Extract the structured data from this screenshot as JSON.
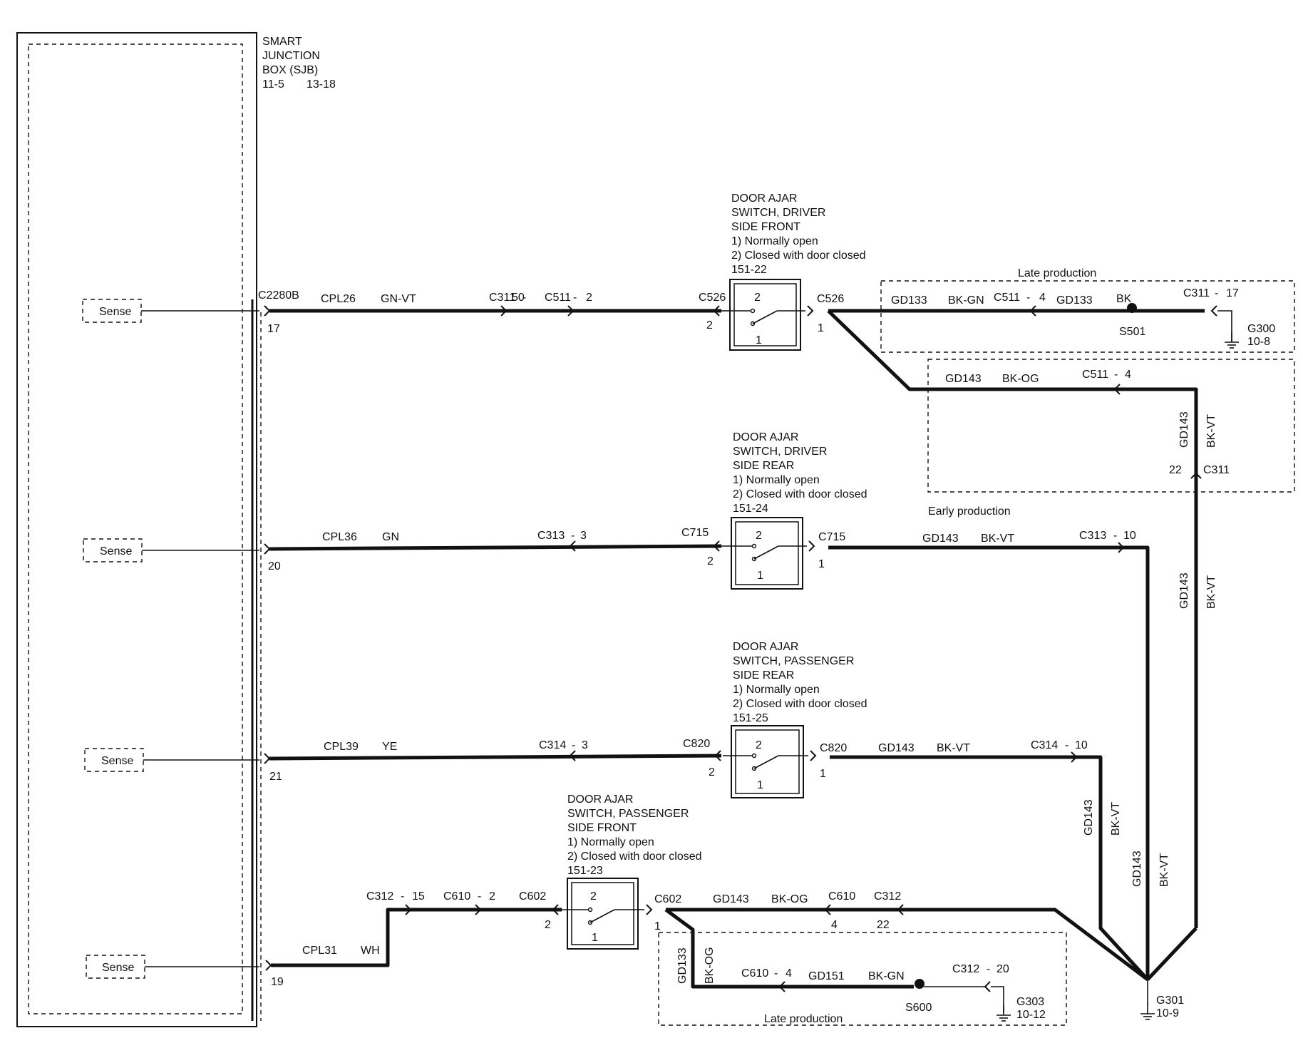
{
  "sjb": {
    "title": [
      "SMART",
      "JUNCTION",
      "BOX (SJB)"
    ],
    "refs": [
      "11-5",
      "13-18"
    ],
    "connector": "C2280B",
    "sense_label": "Sense"
  },
  "switches": [
    {
      "title": [
        "DOOR AJAR",
        "SWITCH, DRIVER",
        "SIDE FRONT"
      ],
      "notes": [
        "1) Normally open",
        "2) Closed with door closed"
      ],
      "ref": "151-22",
      "pins": [
        "2",
        "1"
      ],
      "left_conn": "C526",
      "right_conn": "C526",
      "left_pin": "2",
      "right_pin": "1"
    },
    {
      "title": [
        "DOOR AJAR",
        "SWITCH, DRIVER",
        "SIDE REAR"
      ],
      "notes": [
        "1) Normally open",
        "2) Closed with door closed"
      ],
      "ref": "151-24",
      "pins": [
        "2",
        "1"
      ],
      "left_conn": "C715",
      "right_conn": "C715",
      "left_pin": "2",
      "right_pin": "1"
    },
    {
      "title": [
        "DOOR AJAR",
        "SWITCH, PASSENGER",
        "SIDE REAR"
      ],
      "notes": [
        "1) Normally open",
        "2) Closed with door closed"
      ],
      "ref": "151-25",
      "pins": [
        "2",
        "1"
      ],
      "left_conn": "C820",
      "right_conn": "C820",
      "left_pin": "2",
      "right_pin": "1"
    },
    {
      "title": [
        "DOOR AJAR",
        "SWITCH, PASSENGER",
        "SIDE FRONT"
      ],
      "notes": [
        "1) Normally open",
        "2) Closed with door closed"
      ],
      "ref": "151-23",
      "pins": [
        "2",
        "1"
      ],
      "left_conn": "C602",
      "right_conn": "C602",
      "left_pin": "2",
      "right_pin": "1"
    }
  ],
  "circuits": {
    "r1": {
      "pin": "17",
      "circuit": "CPL26",
      "color": "GN-VT",
      "c1": "C311",
      "c1_pin": "50",
      "c2": "C511",
      "c2_pin": "2"
    },
    "r2": {
      "pin": "20",
      "circuit": "CPL36",
      "color": "GN",
      "c1": "C313",
      "c1_pin": "3"
    },
    "r3": {
      "pin": "21",
      "circuit": "CPL39",
      "color": "YE",
      "c1": "C314",
      "c1_pin": "3"
    },
    "r4": {
      "pin": "19",
      "circuit": "CPL31",
      "color": "WH",
      "c1": "C312",
      "c1_pin": "15",
      "c2": "C610",
      "c2_pin": "2"
    }
  },
  "grounds": {
    "late1": {
      "label": "Late production",
      "circuit_a": "GD133",
      "color_a": "BK-GN",
      "conn_a": "C511",
      "conn_a_pin": "4",
      "circuit_b": "GD133",
      "color_b": "BK",
      "splice": "S501",
      "conn_b": "C311",
      "conn_b_pin": "17",
      "ground": "G300",
      "ground_ref": "10-8"
    },
    "early": {
      "label": "Early production",
      "circuit": "GD143",
      "color": "BK-OG",
      "conn": "C511",
      "conn_pin": "4",
      "vert_circuit": "GD143",
      "vert_color": "BK-VT",
      "conn_c311": "C311",
      "conn_c311_pin": "22"
    },
    "main": {
      "circuit": "GD143",
      "color": "BK-VT",
      "ground": "G301",
      "ground_ref": "10-9"
    },
    "r2": {
      "circuit": "GD143",
      "color": "BK-VT",
      "conn": "C313",
      "conn_pin": "10"
    },
    "r3": {
      "circuit": "GD143",
      "color": "BK-VT",
      "conn": "C314",
      "conn_pin": "10"
    },
    "r4": {
      "circuit": "GD143",
      "color": "BK-OG",
      "conn_a": "C610",
      "conn_a_pin": "4",
      "conn_b": "C312",
      "conn_b_pin": "22"
    },
    "late2": {
      "label": "Late production",
      "vert_circuit": "GD133",
      "vert_color": "BK-OG",
      "conn_a": "C610",
      "conn_a_pin": "4",
      "circuit": "GD151",
      "color": "BK-GN",
      "splice": "S600",
      "conn_b": "C312",
      "conn_b_pin": "20",
      "ground": "G303",
      "ground_ref": "10-12"
    }
  }
}
